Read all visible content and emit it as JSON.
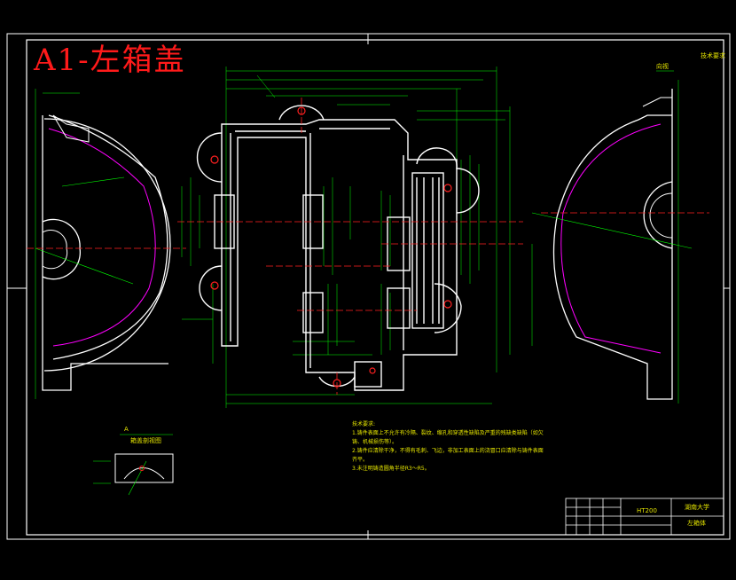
{
  "drawing": {
    "title": "A1-左箱盖",
    "section_label": "A",
    "section_caption": "箱盖剖视图",
    "view_label": "向视",
    "corner_note": "技术要求"
  },
  "technical_requirements": {
    "heading": "技术要求:",
    "lines": [
      "1.铸件表面上不允许有冷隔、裂纹、缩孔和穿透性缺陷及严重的残缺类缺陷（如欠",
      "铸、机械损伤等）。",
      "2.铸件应清除干净，不得有毛刺、飞边，非加工表面上的浇冒口应清除与铸件表面",
      "齐平。",
      "3.未注明铸造圆角半径R3～R5。"
    ]
  },
  "title_block": {
    "material": "HT200",
    "school": "湖南大学",
    "part_name": "左箱体"
  },
  "colors": {
    "background": "#000000",
    "outline": "#ffffff",
    "dimension": "#00ff00",
    "centerline": "#ff2020",
    "magenta": "#ff00ff",
    "text": "#e6e600"
  }
}
